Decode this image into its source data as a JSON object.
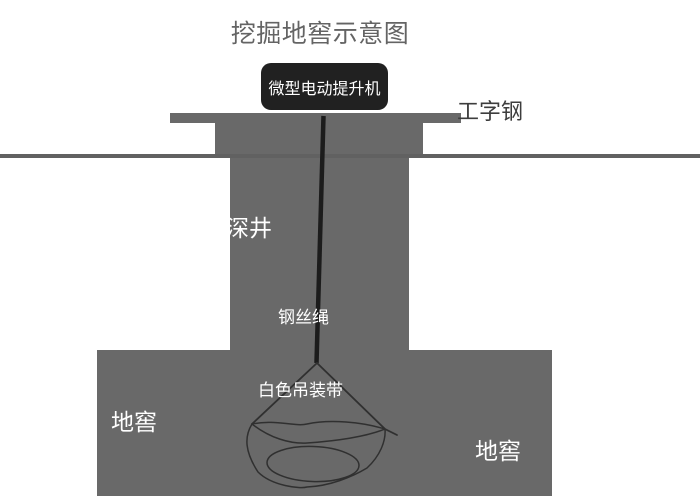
{
  "title": "挖掘地窖示意图",
  "labels": {
    "hoist": "微型电动提升机",
    "ibeam": "工字钢",
    "shaft": "深井",
    "wire_rope": "钢丝绳",
    "sling": "白色吊装带",
    "cellar_left": "地窖",
    "cellar_right": "地窖"
  },
  "colors": {
    "block-gray": "#696969",
    "ground-line": "#616161",
    "hoist-bg": "#212121",
    "hoist-text": "#ffffff",
    "rope": "#1c1c1c",
    "sketch": "#303030",
    "title-color": "#646464",
    "ibeam-label-color": "#3d3d3d",
    "label-white": "#ffffff",
    "background": "#ffffff"
  }
}
